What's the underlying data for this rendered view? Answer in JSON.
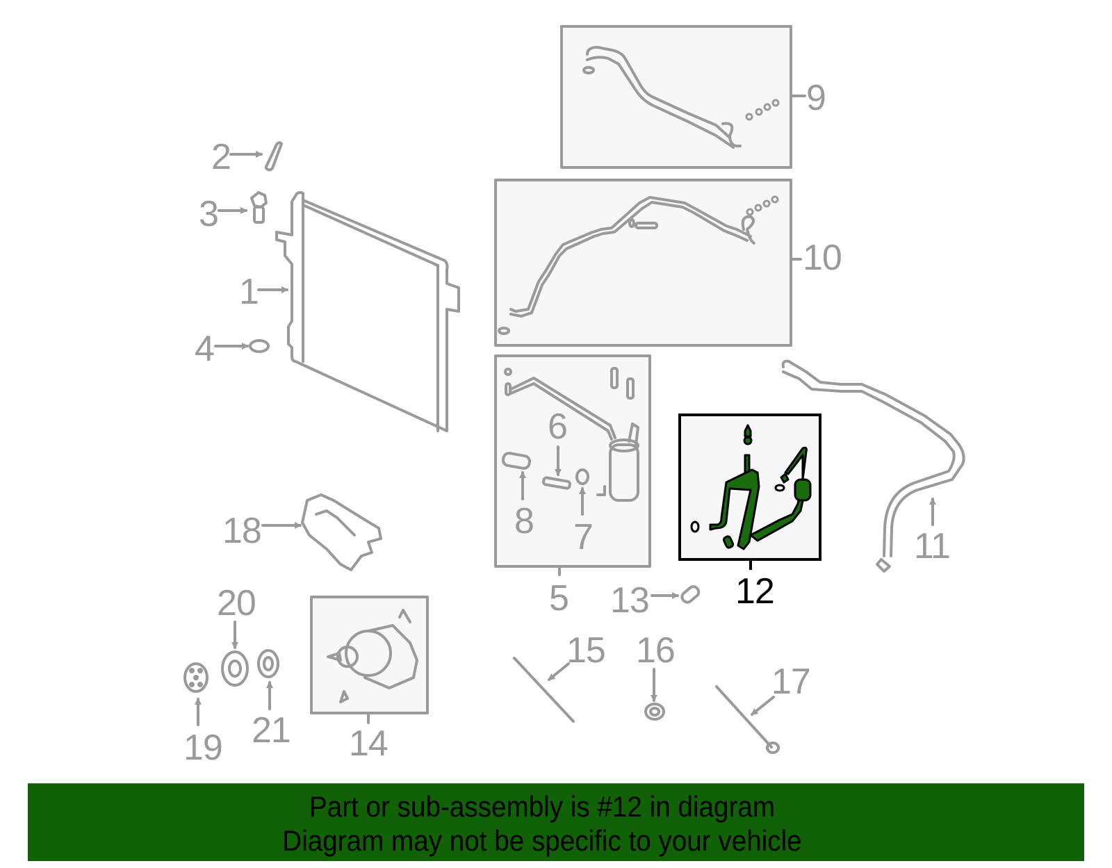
{
  "diagram": {
    "highlighted_part": "12",
    "colors": {
      "line_gray": "#9a9a9a",
      "box_fill": "#f7f7f7",
      "highlight_green": "#1a6b0e",
      "highlight_outline": "#000000",
      "banner_green": "#116106"
    },
    "callouts": [
      {
        "id": "1",
        "label": "1"
      },
      {
        "id": "2",
        "label": "2"
      },
      {
        "id": "3",
        "label": "3"
      },
      {
        "id": "4",
        "label": "4"
      },
      {
        "id": "5",
        "label": "5"
      },
      {
        "id": "6",
        "label": "6"
      },
      {
        "id": "7",
        "label": "7"
      },
      {
        "id": "8",
        "label": "8"
      },
      {
        "id": "9",
        "label": "9"
      },
      {
        "id": "10",
        "label": "10"
      },
      {
        "id": "11",
        "label": "11"
      },
      {
        "id": "12",
        "label": "12"
      },
      {
        "id": "13",
        "label": "13"
      },
      {
        "id": "14",
        "label": "14"
      },
      {
        "id": "15",
        "label": "15"
      },
      {
        "id": "16",
        "label": "16"
      },
      {
        "id": "17",
        "label": "17"
      },
      {
        "id": "18",
        "label": "18"
      },
      {
        "id": "19",
        "label": "19"
      },
      {
        "id": "20",
        "label": "20"
      },
      {
        "id": "21",
        "label": "21"
      }
    ]
  },
  "banner": {
    "line1": "Part or sub-assembly is #12 in diagram",
    "line2": "Diagram may not be specific to your vehicle"
  }
}
